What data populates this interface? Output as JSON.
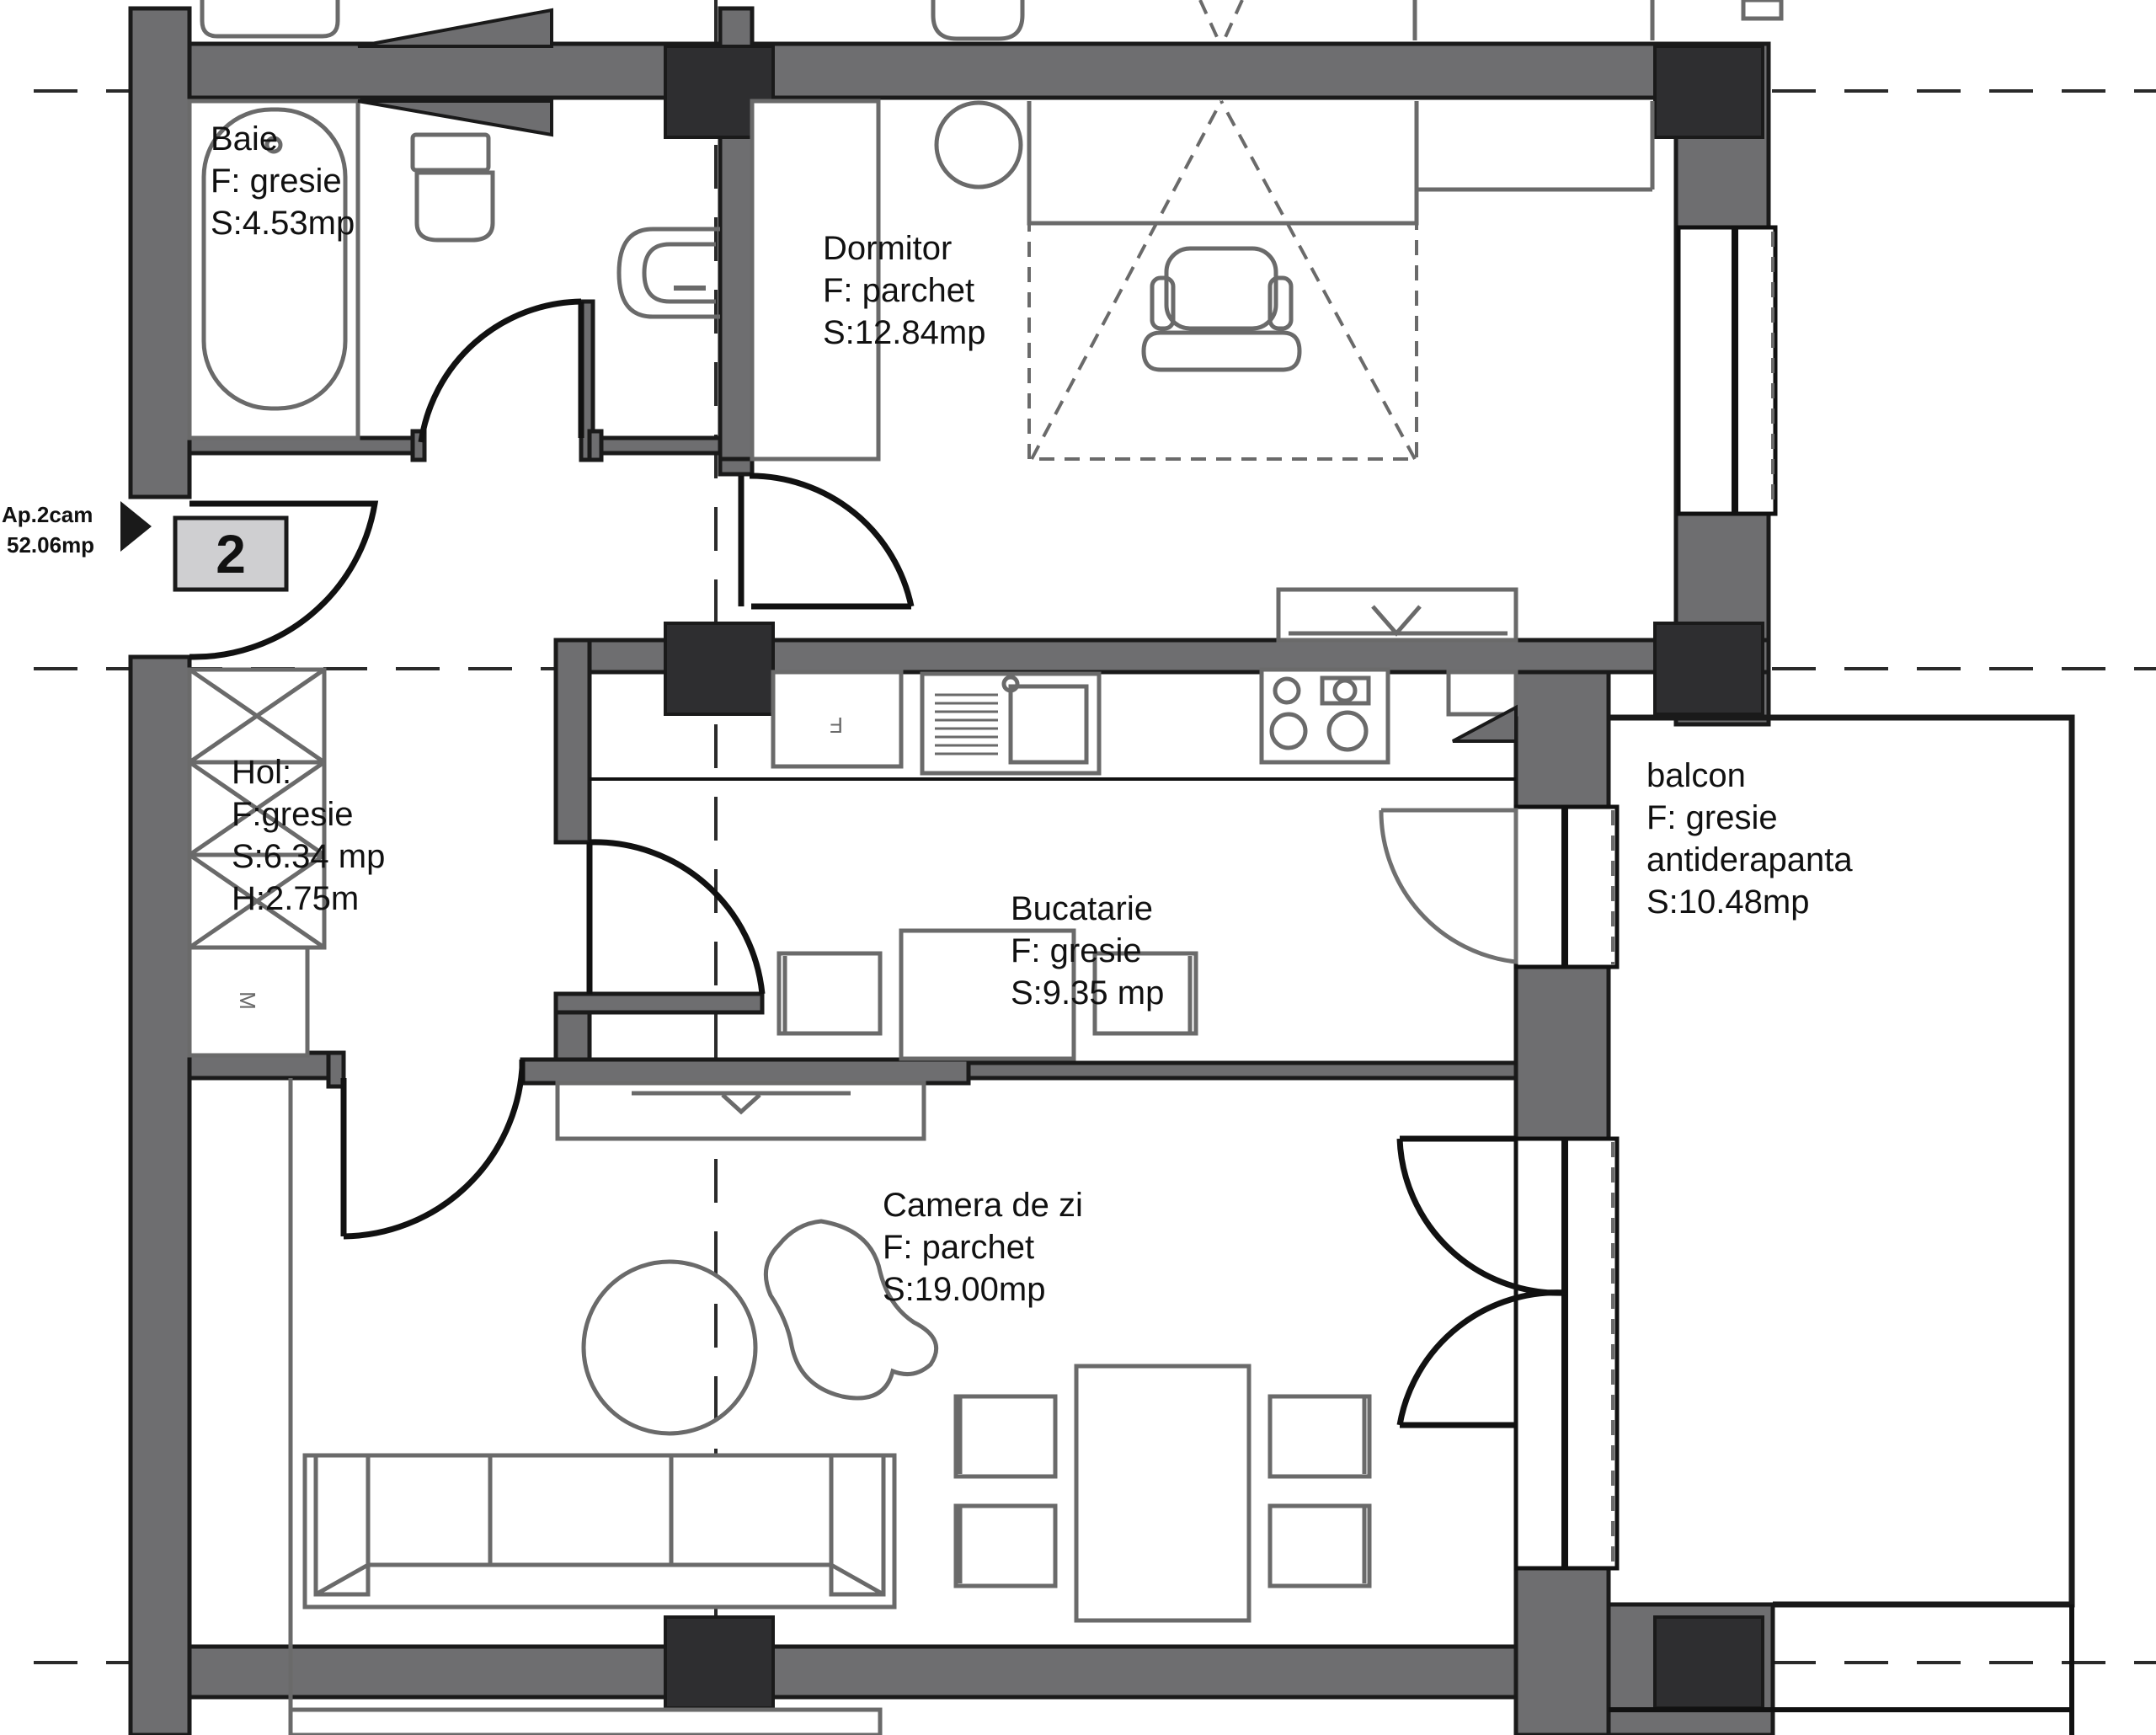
{
  "apartment": {
    "tag_line1": "Ap.2cam",
    "tag_line2": "52.06mp",
    "number": "2"
  },
  "rooms": {
    "baie": {
      "name": "Baie",
      "finish": "F: gresie",
      "area": "S:4.53mp"
    },
    "dormitor": {
      "name": "Dormitor",
      "finish": "F: parchet",
      "area": "S:12.84mp"
    },
    "hol": {
      "name": "Hol:",
      "finish": "F:gresie",
      "area": "S:6.34 mp",
      "height": "H:2.75m"
    },
    "bucatarie": {
      "name": "Bucatarie",
      "finish": "F: gresie",
      "area": "S:9.35 mp"
    },
    "camera": {
      "name": "Camera de zi",
      "finish": "F: parchet",
      "area": "S:19.00mp"
    },
    "balcon": {
      "name": "balcon",
      "finish": "F: gresie",
      "finish2": "antiderapanta",
      "area": "S:10.48mp"
    }
  },
  "fixture_labels": {
    "fridge": "F",
    "washer": "M"
  }
}
